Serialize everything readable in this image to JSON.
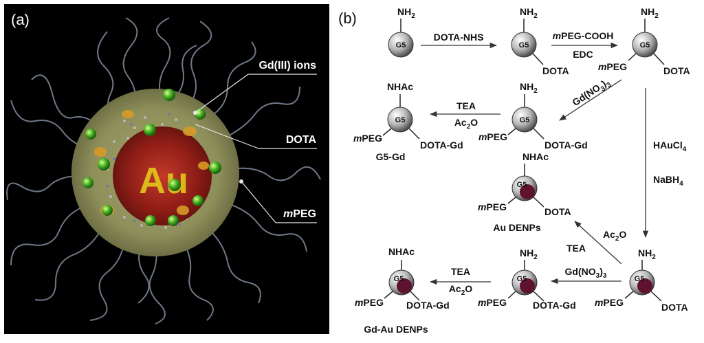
{
  "panel_a": {
    "tag": "(a)",
    "labels": {
      "gd": "Gd(III) ions",
      "dota": "DOTA",
      "mpeg_m": "m",
      "mpeg_rest": "PEG"
    },
    "core_text": "Au"
  },
  "panel_b": {
    "tag": "(b)",
    "core_label": "G5",
    "groups": {
      "nh2": "NH",
      "nh2_sub": "2",
      "nhac": "NHAc",
      "dota": "DOTA",
      "dota_gd": "DOTA-Gd",
      "mpeg_m": "m",
      "mpeg_rest": "PEG"
    },
    "reagents": {
      "dota_nhs": "DOTA-NHS",
      "mpeg_cooh_m": "m",
      "mpeg_cooh_rest": "PEG-COOH",
      "edc": "EDC",
      "gdno3_a": "Gd(NO",
      "gdno3_sub1": "3",
      "gdno3_b": ")",
      "gdno3_sub2": "3",
      "tea": "TEA",
      "ac2o_a": "Ac",
      "ac2o_sub": "2",
      "ac2o_b": "O",
      "haucl_a": "HAuCl",
      "haucl_sub": "4",
      "nabh_a": "NaBH",
      "nabh_sub": "4"
    },
    "products": {
      "g5_gd": "G5-Gd",
      "au_denps": "Au DENPs",
      "gd_au_denps": "Gd-Au DENPs"
    }
  }
}
